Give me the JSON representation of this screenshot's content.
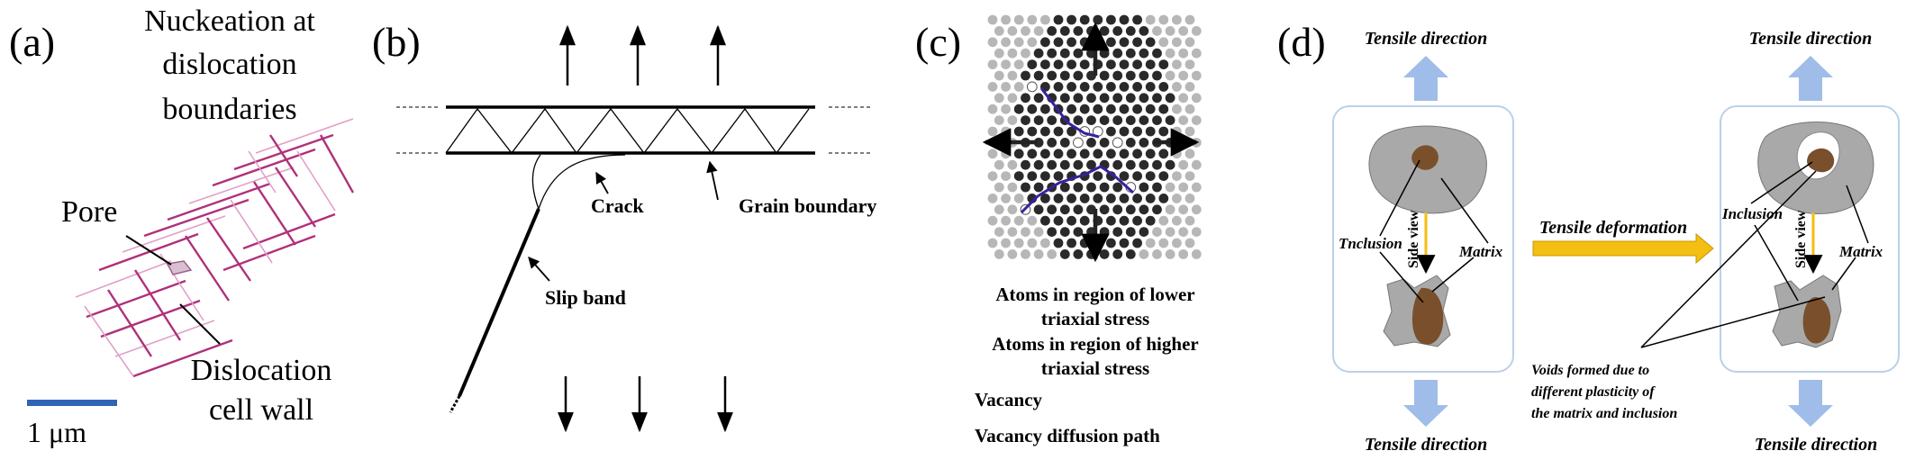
{
  "panel_a": {
    "label": "(a)",
    "title_lines": [
      "Nuckeation at",
      "dislocation",
      "boundaries"
    ],
    "pore_label": "Pore",
    "wall_label_lines": [
      "Dislocation",
      "cell wall"
    ],
    "scale_label": "1 μm",
    "colors": {
      "dislocation": "#b0307a",
      "dislocation_light": "#e2a0c8",
      "scale_bar": "#2f63b8",
      "pore": "#d8c0d0"
    }
  },
  "panel_b": {
    "label": "(b)",
    "crack_label": "Crack",
    "grain_boundary_label": "Grain boundary",
    "slip_band_label": "Slip band"
  },
  "panel_c": {
    "label": "(c)",
    "legend": [
      {
        "lines": [
          "Atoms in region of lower",
          "triaxial stress"
        ]
      },
      {
        "lines": [
          "Atoms in region of higher",
          "triaxial stress"
        ]
      },
      {
        "lines": [
          "Vacancy"
        ]
      },
      {
        "lines": [
          "Vacancy diffusion path"
        ]
      }
    ],
    "colors": {
      "atom_light": "#b7b7b7",
      "atom_dark": "#2a2a2a",
      "path": "#3b1f9e"
    }
  },
  "panel_d": {
    "label": "(d)",
    "tensile_direction": "Tensile direction",
    "tensile_deformation": "Tensile deformation",
    "left": {
      "inclusion_label": "Tnclusion",
      "matrix_label": "Matrix",
      "side_view": "Side view"
    },
    "right": {
      "inclusion_label": "Inclusion",
      "matrix_label": "Matrix",
      "side_view": "Side view"
    },
    "voids_lines": [
      "Voids formed due to",
      "different plasticity of",
      "the matrix and inclusion"
    ],
    "colors": {
      "blue_arrow": "#9fbde8",
      "yellow": "#f4be12",
      "matrix": "#a9a9a9",
      "inclusion": "#7a4f2c",
      "box_border": "#bcd0ea"
    }
  }
}
